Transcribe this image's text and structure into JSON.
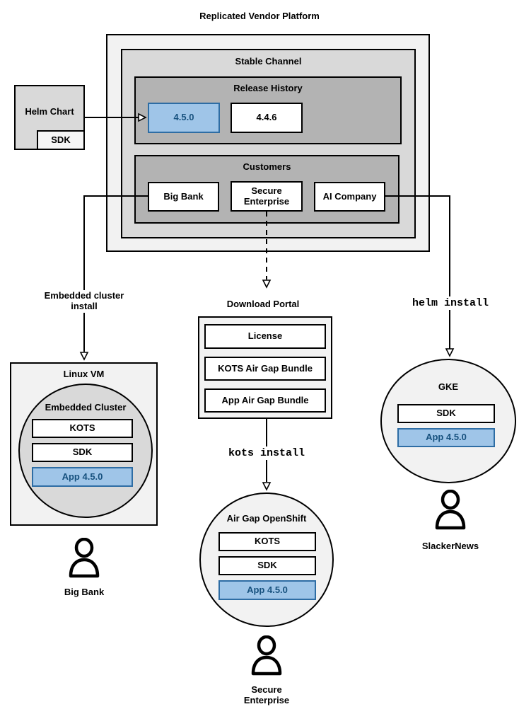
{
  "title": "Replicated Vendor Platform",
  "platform": {
    "stable_channel": {
      "label": "Stable Channel"
    },
    "release_history": {
      "label": "Release History",
      "releases": [
        {
          "version": "4.5.0",
          "highlighted": true
        },
        {
          "version": "4.4.6",
          "highlighted": false
        }
      ]
    },
    "customers": {
      "label": "Customers",
      "items": [
        {
          "name": "Big Bank"
        },
        {
          "name": "Secure Enterprise"
        },
        {
          "name": "AI Company"
        }
      ]
    }
  },
  "helm_chart": {
    "label": "Helm Chart",
    "sdk_label": "SDK"
  },
  "flow_labels": {
    "embedded_cluster_install": "Embedded cluster install",
    "kots_install": "kots install",
    "helm_install": "helm install"
  },
  "download_portal": {
    "label": "Download Portal",
    "items": [
      {
        "name": "License"
      },
      {
        "name": "KOTS Air Gap Bundle"
      },
      {
        "name": "App Air Gap Bundle"
      }
    ]
  },
  "linux_vm": {
    "label": "Linux VM",
    "embedded_cluster": {
      "label": "Embedded Cluster",
      "components": [
        {
          "name": "KOTS",
          "highlighted": false
        },
        {
          "name": "SDK",
          "highlighted": false
        },
        {
          "name": "App 4.5.0",
          "highlighted": true
        }
      ]
    }
  },
  "air_gap_openshift": {
    "label": "Air Gap OpenShift",
    "components": [
      {
        "name": "KOTS",
        "highlighted": false
      },
      {
        "name": "SDK",
        "highlighted": false
      },
      {
        "name": "App 4.5.0",
        "highlighted": true
      }
    ]
  },
  "gke": {
    "label": "GKE",
    "components": [
      {
        "name": "SDK",
        "highlighted": false
      },
      {
        "name": "App 4.5.0",
        "highlighted": true
      }
    ]
  },
  "users": [
    {
      "name": "Big Bank"
    },
    {
      "name": "Secure Enterprise"
    },
    {
      "name": "SlackerNews"
    }
  ],
  "colors": {
    "highlight_fill": "#9fc5e8",
    "highlight_border": "#2e6da4",
    "highlight_text": "#17517e",
    "gray_light": "#f2f2f2",
    "gray_medium": "#d9d9d9",
    "gray_dark": "#b3b3b3",
    "line_color": "#000000"
  }
}
